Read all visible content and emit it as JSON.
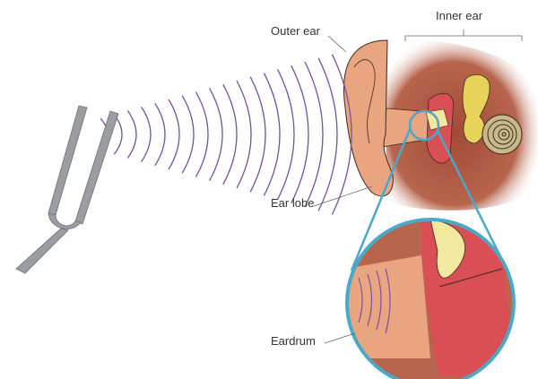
{
  "labels": {
    "outer_ear": "Outer ear",
    "inner_ear": "Inner ear",
    "ear_lobe": "Ear lobe",
    "eardrum": "Eardrum"
  },
  "colors": {
    "wave": "#7a4fa0",
    "skin": "#e9a57f",
    "tissue": "#a9553f",
    "middle_ear": "#d94f55",
    "cochlea": "#e7d25a",
    "zoom_ring": "#4aa8c8",
    "fork": "#9a9ea3"
  }
}
